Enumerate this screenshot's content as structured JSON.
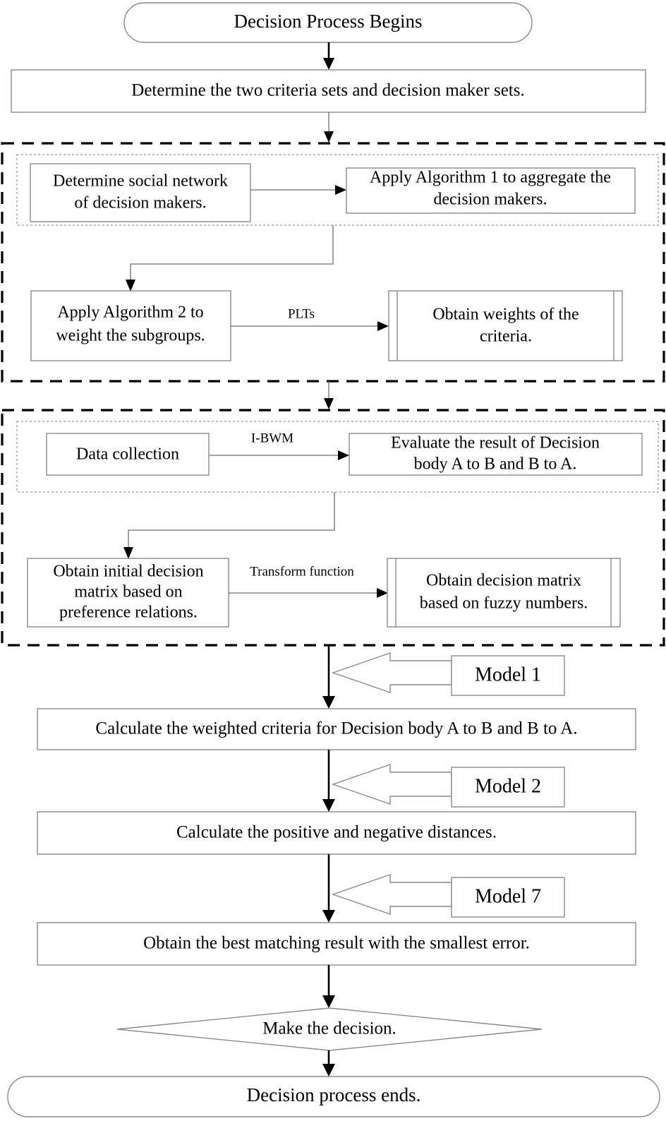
{
  "diagram": {
    "title": "Decision Process Flowchart",
    "type": "flowchart",
    "colors": {
      "box_stroke": "#8a8a8a",
      "group_dashed_stroke": "#000000",
      "group_dotted_stroke": "#9a9a9a",
      "flow_line": "#000000",
      "background": "#ffffff",
      "text": "#000000"
    }
  },
  "nodes": {
    "start": {
      "label": "Decision Process Begins",
      "shape": "terminator"
    },
    "determine_sets": {
      "label": "Determine the two criteria sets and decision maker sets.",
      "shape": "process"
    },
    "social_network": {
      "line1": "Determine social network",
      "line2": "of decision makers.",
      "shape": "process"
    },
    "algorithm1": {
      "line1": "Apply Algorithm 1 to aggregate the",
      "line2": "decision makers.",
      "shape": "process"
    },
    "algorithm2": {
      "line1": "Apply Algorithm 2 to",
      "line2": "weight the subgroups.",
      "shape": "process"
    },
    "weights_criteria": {
      "line1": "Obtain weights of the",
      "line2": "criteria.",
      "shape": "predefined-process"
    },
    "data_collection": {
      "label": "Data collection",
      "shape": "process"
    },
    "evaluate_result": {
      "line1": "Evaluate the result of Decision",
      "line2": "body A to B and B to A.",
      "shape": "process"
    },
    "initial_matrix": {
      "line1": "Obtain initial decision",
      "line2": "matrix based on",
      "line3": "preference relations.",
      "shape": "process"
    },
    "fuzzy_matrix": {
      "line1": "Obtain decision matrix",
      "line2": "based on fuzzy numbers.",
      "shape": "predefined-process"
    },
    "weighted_criteria": {
      "label": "Calculate the weighted criteria for Decision body A to B and B to A.",
      "shape": "process"
    },
    "distances": {
      "label": "Calculate the positive and negative distances.",
      "shape": "process"
    },
    "best_match": {
      "label": "Obtain the best matching result with the smallest error.",
      "shape": "process"
    },
    "make_decision": {
      "label": "Make the decision.",
      "shape": "decision"
    },
    "end": {
      "label": "Decision process ends.",
      "shape": "terminator"
    }
  },
  "callouts": [
    {
      "label": "Model 1",
      "target": "weighted_criteria"
    },
    {
      "label": "Model 2",
      "target": "distances"
    },
    {
      "label": "Model 7",
      "target": "best_match"
    }
  ],
  "edge_labels": {
    "plts": "PLTs",
    "ibwm": "I-BWM",
    "transform": "Transform function"
  },
  "groups": [
    {
      "name": "phase-1-group",
      "style": "dashed"
    },
    {
      "name": "phase-1-subgroup",
      "style": "dotted"
    },
    {
      "name": "phase-2-group",
      "style": "dashed"
    },
    {
      "name": "phase-2-subgroup",
      "style": "dotted"
    }
  ]
}
